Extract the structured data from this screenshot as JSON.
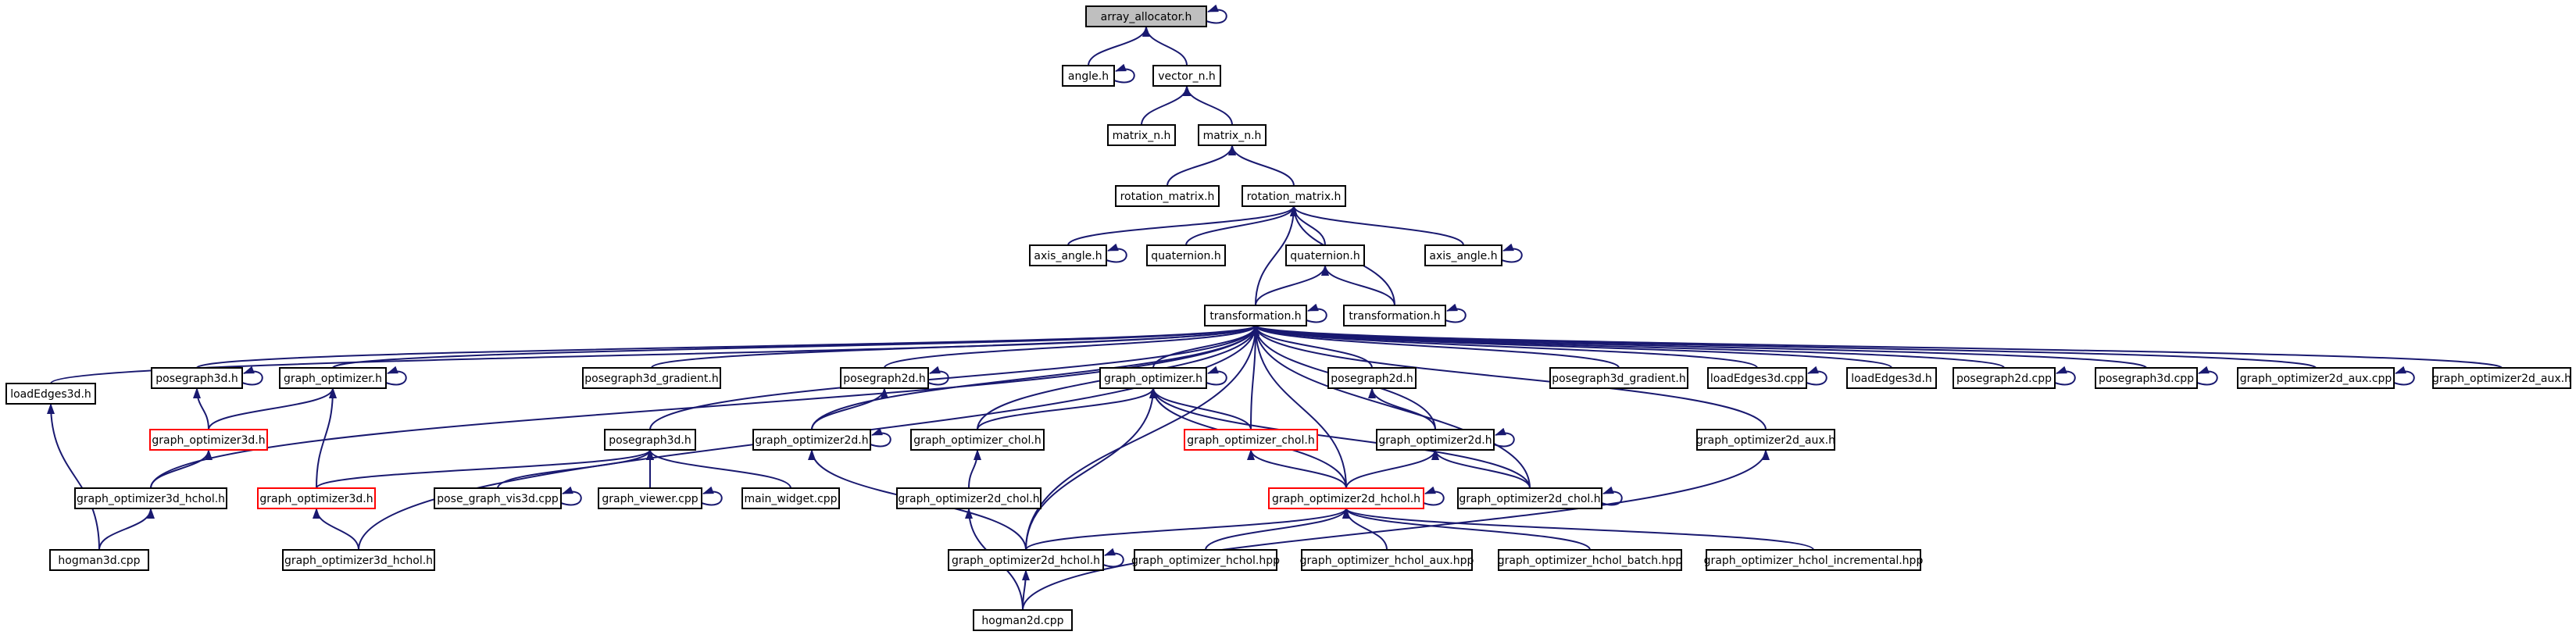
{
  "diagram": {
    "type": "include-dependency-graph",
    "colors": {
      "edge": "#191970",
      "root_fill": "#bfbfbf",
      "truncated_border": "#ff0000",
      "node_border": "#000000"
    },
    "nodes": [
      {
        "id": "array_allocator_h",
        "label": "array_allocator.h",
        "root": true
      },
      {
        "id": "angle_h",
        "label": "angle.h"
      },
      {
        "id": "vector_n_h",
        "label": "vector_n.h"
      },
      {
        "id": "matrix_n_h_a",
        "label": "matrix_n.h"
      },
      {
        "id": "matrix_n_h_b",
        "label": "matrix_n.h"
      },
      {
        "id": "rotation_matrix_h_a",
        "label": "rotation_matrix.h"
      },
      {
        "id": "rotation_matrix_h_b",
        "label": "rotation_matrix.h"
      },
      {
        "id": "axis_angle_h_a",
        "label": "axis_angle.h"
      },
      {
        "id": "quaternion_h_a",
        "label": "quaternion.h"
      },
      {
        "id": "quaternion_h_b",
        "label": "quaternion.h"
      },
      {
        "id": "axis_angle_h_b",
        "label": "axis_angle.h"
      },
      {
        "id": "transformation_h_main",
        "label": "transformation.h"
      },
      {
        "id": "transformation_h_b",
        "label": "transformation.h"
      },
      {
        "id": "loadEdges3d_h",
        "label": "loadEdges3d.h"
      },
      {
        "id": "posegraph3d_h",
        "label": "posegraph3d.h"
      },
      {
        "id": "graph_optimizer_h_a",
        "label": "graph_optimizer.h"
      },
      {
        "id": "posegraph3d_gradient_h_a",
        "label": "posegraph3d_gradient.h"
      },
      {
        "id": "posegraph2d_h_a",
        "label": "posegraph2d.h"
      },
      {
        "id": "graph_optimizer_h_b",
        "label": "graph_optimizer.h"
      },
      {
        "id": "posegraph2d_h_b",
        "label": "posegraph2d.h"
      },
      {
        "id": "posegraph3d_gradient_h_b",
        "label": "posegraph3d_gradient.h"
      },
      {
        "id": "loadEdges3d_cpp_a",
        "label": "loadEdges3d.cpp"
      },
      {
        "id": "loadEdges3d_h_b",
        "label": "loadEdges3d.h"
      },
      {
        "id": "posegraph2d_cpp",
        "label": "posegraph2d.cpp"
      },
      {
        "id": "posegraph3d_cpp",
        "label": "posegraph3d.cpp"
      },
      {
        "id": "graph_optimizer2d_aux_cpp",
        "label": "graph_optimizer2d_aux.cpp"
      },
      {
        "id": "graph_optimizer2d_aux_h_a",
        "label": "graph_optimizer2d_aux.h"
      },
      {
        "id": "loadEdges3d_h_c",
        "label": "loadEdges3d.h"
      },
      {
        "id": "graph_optimizer3d_h_a",
        "label": "graph_optimizer3d.h",
        "truncated": true
      },
      {
        "id": "posegraph3d_h_b",
        "label": "posegraph3d.h"
      },
      {
        "id": "graph_optimizer2d_h_a",
        "label": "graph_optimizer2d.h"
      },
      {
        "id": "graph_optimizer_chol_h_a",
        "label": "graph_optimizer_chol.h"
      },
      {
        "id": "graph_optimizer_chol_h_b",
        "label": "graph_optimizer_chol.h",
        "truncated": true
      },
      {
        "id": "graph_optimizer2d_h_b",
        "label": "graph_optimizer2d.h"
      },
      {
        "id": "graph_optimizer2d_aux_h_b",
        "label": "graph_optimizer2d_aux.h"
      },
      {
        "id": "graph_optimizer3d_hchol_h_a",
        "label": "graph_optimizer3d_hchol.h"
      },
      {
        "id": "graph_optimizer3d_h_b",
        "label": "graph_optimizer3d.h",
        "truncated": true
      },
      {
        "id": "pose_graph_vis3d_cpp",
        "label": "pose_graph_vis3d.cpp"
      },
      {
        "id": "graph_viewer_cpp",
        "label": "graph_viewer.cpp"
      },
      {
        "id": "main_widget_cpp",
        "label": "main_widget.cpp"
      },
      {
        "id": "graph_optimizer2d_chol_h_a",
        "label": "graph_optimizer2d_chol.h"
      },
      {
        "id": "graph_optimizer2d_hchol_h_a",
        "label": "graph_optimizer2d_hchol.h",
        "truncated": true
      },
      {
        "id": "graph_optimizer2d_chol_h_b",
        "label": "graph_optimizer2d_chol.h"
      },
      {
        "id": "hogman3d_cpp",
        "label": "hogman3d.cpp"
      },
      {
        "id": "graph_optimizer3d_hchol_h_b",
        "label": "graph_optimizer3d_hchol.h"
      },
      {
        "id": "graph_optimizer2d_hchol_h_b",
        "label": "graph_optimizer2d_hchol.h"
      },
      {
        "id": "graph_optimizer_hchol_hpp",
        "label": "graph_optimizer_hchol.hpp"
      },
      {
        "id": "graph_optimizer_hchol_aux_hpp",
        "label": "graph_optimizer_hchol_aux.hpp"
      },
      {
        "id": "graph_optimizer_hchol_batch_hpp",
        "label": "graph_optimizer_hchol_batch.hpp"
      },
      {
        "id": "graph_optimizer_hchol_incremental_hpp",
        "label": "graph_optimizer_hchol_incremental.hpp"
      },
      {
        "id": "hogman2d_cpp",
        "label": "hogman2d.cpp"
      }
    ],
    "edges": [
      [
        "array_allocator_h",
        "array_allocator_h"
      ],
      [
        "angle_h",
        "array_allocator_h"
      ],
      [
        "vector_n_h",
        "array_allocator_h"
      ],
      [
        "angle_h",
        "angle_h"
      ],
      [
        "matrix_n_h_a",
        "vector_n_h"
      ],
      [
        "matrix_n_h_b",
        "vector_n_h"
      ],
      [
        "rotation_matrix_h_a",
        "matrix_n_h_b"
      ],
      [
        "rotation_matrix_h_b",
        "matrix_n_h_b"
      ],
      [
        "axis_angle_h_a",
        "rotation_matrix_h_b"
      ],
      [
        "quaternion_h_a",
        "rotation_matrix_h_b"
      ],
      [
        "quaternion_h_b",
        "rotation_matrix_h_b"
      ],
      [
        "axis_angle_h_b",
        "rotation_matrix_h_b"
      ],
      [
        "transformation_h_main",
        "rotation_matrix_h_b"
      ],
      [
        "transformation_h_b",
        "rotation_matrix_h_b"
      ],
      [
        "axis_angle_h_a",
        "axis_angle_h_a"
      ],
      [
        "axis_angle_h_b",
        "axis_angle_h_b"
      ],
      [
        "transformation_h_main",
        "quaternion_h_b"
      ],
      [
        "transformation_h_b",
        "quaternion_h_b"
      ],
      [
        "transformation_h_b",
        "transformation_h_b"
      ],
      [
        "transformation_h_main",
        "transformation_h_main"
      ],
      [
        "loadEdges3d_h",
        "transformation_h_main"
      ],
      [
        "graph_optimizer3d_hchol_h_a",
        "transformation_h_main"
      ],
      [
        "posegraph3d_h",
        "transformation_h_main"
      ],
      [
        "graph_optimizer_h_a",
        "transformation_h_main"
      ],
      [
        "posegraph3d_gradient_h_a",
        "transformation_h_main"
      ],
      [
        "posegraph3d_h_b",
        "transformation_h_main"
      ],
      [
        "graph_optimizer3d_hchol_h_b",
        "transformation_h_main"
      ],
      [
        "posegraph2d_h_a",
        "transformation_h_main"
      ],
      [
        "graph_optimizer2d_h_a",
        "transformation_h_main"
      ],
      [
        "graph_optimizer_chol_h_a",
        "transformation_h_main"
      ],
      [
        "graph_optimizer2d_hchol_h_b",
        "transformation_h_main"
      ],
      [
        "graph_optimizer_h_b",
        "transformation_h_main"
      ],
      [
        "graph_optimizer_chol_h_b",
        "transformation_h_main"
      ],
      [
        "graph_optimizer2d_hchol_h_a",
        "transformation_h_main"
      ],
      [
        "posegraph2d_h_b",
        "transformation_h_main"
      ],
      [
        "graph_optimizer2d_h_b",
        "transformation_h_main"
      ],
      [
        "graph_optimizer2d_chol_h_b",
        "transformation_h_main"
      ],
      [
        "posegraph3d_gradient_h_b",
        "transformation_h_main"
      ],
      [
        "graph_optimizer2d_aux_h_b",
        "transformation_h_main"
      ],
      [
        "loadEdges3d_cpp_a",
        "transformation_h_main"
      ],
      [
        "loadEdges3d_h_b",
        "transformation_h_main"
      ],
      [
        "posegraph2d_cpp",
        "transformation_h_main"
      ],
      [
        "posegraph3d_cpp",
        "transformation_h_main"
      ],
      [
        "graph_optimizer2d_aux_cpp",
        "transformation_h_main"
      ],
      [
        "graph_optimizer2d_aux_h_a",
        "transformation_h_main"
      ],
      [
        "posegraph3d_h",
        "posegraph3d_h"
      ],
      [
        "graph_optimizer_h_a",
        "graph_optimizer_h_a"
      ],
      [
        "posegraph2d_h_a",
        "posegraph2d_h_a"
      ],
      [
        "graph_optimizer_h_b",
        "graph_optimizer_h_b"
      ],
      [
        "loadEdges3d_cpp_a",
        "loadEdges3d_cpp_a"
      ],
      [
        "posegraph2d_cpp",
        "posegraph2d_cpp"
      ],
      [
        "posegraph3d_cpp",
        "posegraph3d_cpp"
      ],
      [
        "graph_optimizer2d_aux_cpp",
        "graph_optimizer2d_aux_cpp"
      ],
      [
        "graph_optimizer3d_h_a",
        "posegraph3d_h"
      ],
      [
        "graph_optimizer3d_h_a",
        "graph_optimizer_h_a"
      ],
      [
        "graph_optimizer3d_h_b",
        "graph_optimizer_h_a"
      ],
      [
        "graph_optimizer3d_hchol_h_a",
        "graph_optimizer3d_h_a"
      ],
      [
        "hogman3d_cpp",
        "loadEdges3d_h"
      ],
      [
        "hogman3d_cpp",
        "graph_optimizer3d_hchol_h_a"
      ],
      [
        "graph_optimizer3d_h_b",
        "posegraph3d_h_b"
      ],
      [
        "pose_graph_vis3d_cpp",
        "posegraph3d_h_b"
      ],
      [
        "graph_viewer_cpp",
        "posegraph3d_h_b"
      ],
      [
        "main_widget_cpp",
        "posegraph3d_h_b"
      ],
      [
        "graph_optimizer3d_hchol_h_b",
        "graph_optimizer3d_h_b"
      ],
      [
        "pose_graph_vis3d_cpp",
        "pose_graph_vis3d_cpp"
      ],
      [
        "graph_viewer_cpp",
        "graph_viewer_cpp"
      ],
      [
        "graph_optimizer2d_h_a",
        "posegraph2d_h_a"
      ],
      [
        "graph_optimizer2d_h_a",
        "graph_optimizer2d_h_a"
      ],
      [
        "graph_optimizer2d_hchol_h_b",
        "graph_optimizer2d_h_a"
      ],
      [
        "graph_optimizer_chol_h_a",
        "graph_optimizer_h_b"
      ],
      [
        "graph_optimizer_chol_h_b",
        "graph_optimizer_h_b"
      ],
      [
        "graph_optimizer2d_hchol_h_b",
        "graph_optimizer_h_b"
      ],
      [
        "graph_optimizer2d_hchol_h_a",
        "graph_optimizer_h_b"
      ],
      [
        "graph_optimizer2d_chol_h_b",
        "graph_optimizer_h_b"
      ],
      [
        "graph_optimizer2d_chol_h_a",
        "graph_optimizer_chol_h_a"
      ],
      [
        "graph_optimizer2d_hchol_h_a",
        "graph_optimizer_chol_h_b"
      ],
      [
        "graph_optimizer2d_h_b",
        "posegraph2d_h_b"
      ],
      [
        "graph_optimizer2d_h_b",
        "graph_optimizer2d_h_b"
      ],
      [
        "graph_optimizer2d_hchol_h_a",
        "graph_optimizer2d_h_b"
      ],
      [
        "graph_optimizer2d_chol_h_b",
        "graph_optimizer2d_h_b"
      ],
      [
        "graph_optimizer2d_chol_h_b",
        "graph_optimizer2d_chol_h_b"
      ],
      [
        "graph_optimizer2d_hchol_h_a",
        "graph_optimizer2d_hchol_h_a"
      ],
      [
        "graph_optimizer2d_hchol_h_b",
        "graph_optimizer2d_hchol_h_a"
      ],
      [
        "graph_optimizer_hchol_hpp",
        "graph_optimizer2d_hchol_h_a"
      ],
      [
        "graph_optimizer_hchol_aux_hpp",
        "graph_optimizer2d_hchol_h_a"
      ],
      [
        "graph_optimizer_hchol_batch_hpp",
        "graph_optimizer2d_hchol_h_a"
      ],
      [
        "graph_optimizer_hchol_incremental_hpp",
        "graph_optimizer2d_hchol_h_a"
      ],
      [
        "graph_optimizer2d_hchol_h_b",
        "graph_optimizer2d_hchol_h_b"
      ],
      [
        "hogman2d_cpp",
        "graph_optimizer2d_hchol_h_b"
      ],
      [
        "hogman2d_cpp",
        "graph_optimizer2d_chol_h_a"
      ],
      [
        "hogman2d_cpp",
        "graph_optimizer2d_aux_h_b"
      ]
    ]
  }
}
